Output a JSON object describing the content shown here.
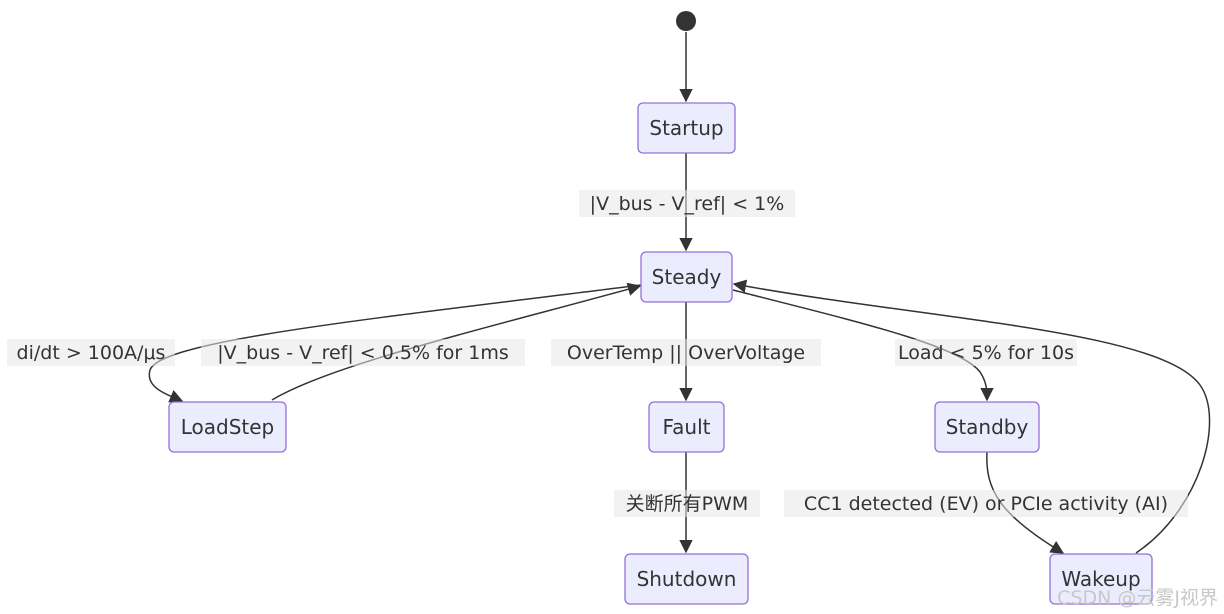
{
  "diagram": {
    "type": "state",
    "states": {
      "startup": "Startup",
      "steady": "Steady",
      "loadstep": "LoadStep",
      "fault": "Fault",
      "standby": "Standby",
      "shutdown": "Shutdown",
      "wakeup": "Wakeup"
    },
    "transitions": {
      "startup_to_steady": "|V_bus - V_ref| < 1%",
      "steady_to_loadstep": "di/dt > 100A/μs",
      "loadstep_to_steady": "|V_bus - V_ref| < 0.5% for 1ms",
      "steady_to_fault": "OverTemp || OverVoltage",
      "steady_to_standby": "Load < 5% for 10s",
      "fault_to_shutdown": "关断所有PWM",
      "standby_to_wakeup": "CC1 detected (EV) or PCIe activity (AI)"
    }
  },
  "watermark": "CSDN @云雾J视界"
}
